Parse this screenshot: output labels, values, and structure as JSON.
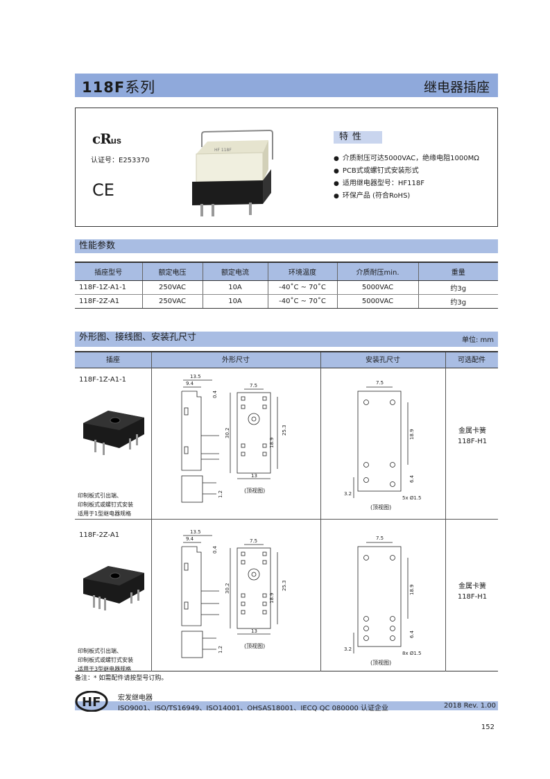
{
  "header": {
    "series_main": "118F",
    "series_suffix": "系列",
    "category": "继电器插座"
  },
  "features": {
    "ul_c": "c",
    "ul_mark": "R",
    "ul_us": "us",
    "cert_label": "认证号：E253370",
    "ce_mark": "CE",
    "heading": "特性",
    "items": [
      "介质耐压可达5000VAC，绝缘电阻1000MΩ",
      "PCB式或螺钉式安装形式",
      "适用继电器型号：HF118F",
      "环保产品 (符合RoHS)"
    ]
  },
  "performance": {
    "title": "性能参数",
    "columns": [
      "插座型号",
      "额定电压",
      "额定电流",
      "环境温度",
      "介质耐压min.",
      "重量"
    ],
    "rows": [
      [
        "118F-1Z-A1-1",
        "250VAC",
        "10A",
        "-40˚C ~ 70˚C",
        "5000VAC",
        "约3g"
      ],
      [
        "118F-2Z-A1",
        "250VAC",
        "10A",
        "-40˚C ~ 70˚C",
        "5000VAC",
        "约3g"
      ]
    ]
  },
  "dimensions": {
    "title": "外形图、接线图、安装孔尺寸",
    "unit": "单位: mm",
    "columns": [
      "插座",
      "外形尺寸",
      "安装孔尺寸",
      "可选配件"
    ],
    "rows": [
      {
        "model": "118F-1Z-A1-1",
        "desc": [
          "印制板式引出端、",
          "印制板式或螺钉式安装",
          "适用于1型继电器规格"
        ],
        "dims": {
          "d135": "13.5",
          "d94": "9.4",
          "d04": "0.4",
          "d75": "7.5",
          "d302": "30.2",
          "d253": "25.3",
          "d189": "18.9",
          "d13": "13",
          "d12": "1.2",
          "top": "(顶视图)"
        },
        "holes": {
          "d75": "7.5",
          "d189": "18.9",
          "d64": "6.4",
          "d32": "3.2",
          "dia": "5x Ø1.5",
          "top": "(顶视图)"
        },
        "acc": [
          "金属卡簧",
          "118F-H1"
        ]
      },
      {
        "model": "118F-2Z-A1",
        "desc": [
          "印制板式引出端、",
          "印制板式或螺钉式安装",
          "适用于3型继电器规格"
        ],
        "dims": {
          "d135": "13.5",
          "d94": "9.4",
          "d04": "0.4",
          "d75": "7.5",
          "d302": "30.2",
          "d253": "25.3",
          "d189": "18.9",
          "d13": "13",
          "d12": "1.2",
          "top": "(顶视图)"
        },
        "holes": {
          "d75": "7.5",
          "d189": "18.9",
          "d64": "6.4",
          "d32": "3.2",
          "dia": "8x Ø1.5",
          "top": "(顶视图)"
        },
        "acc": [
          "金属卡簧",
          "118F-H1"
        ]
      }
    ]
  },
  "note": "备注：* 如需配件请按型号订购。",
  "footer": {
    "logo": "HF",
    "company": "宏发继电器",
    "certs": "ISO9001、ISO/TS16949、ISO14001、OHSAS18001、IECQ QC 080000 认证企业",
    "revision": "2018  Rev. 1.00",
    "page": "152"
  }
}
